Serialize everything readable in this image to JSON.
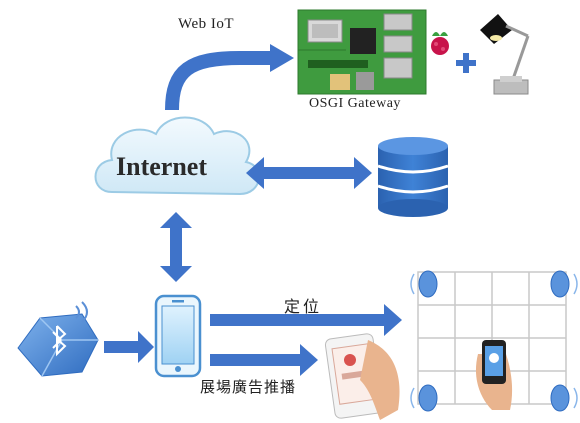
{
  "labels": {
    "web_iot": "Web IoT",
    "osgi_gateway": "OSGI Gateway",
    "internet": "Internet",
    "positioning": "定位",
    "exhibition_ad_push": "展場廣告推播"
  },
  "colors": {
    "arrow_blue": "#3f73c9",
    "cloud_light": "#e2f2fb",
    "cloud_stroke": "#9ccbe5",
    "database_blue": "#2f6fbf",
    "beacon_blue": "#4a8ad8",
    "board_green": "#3f9b3f"
  }
}
